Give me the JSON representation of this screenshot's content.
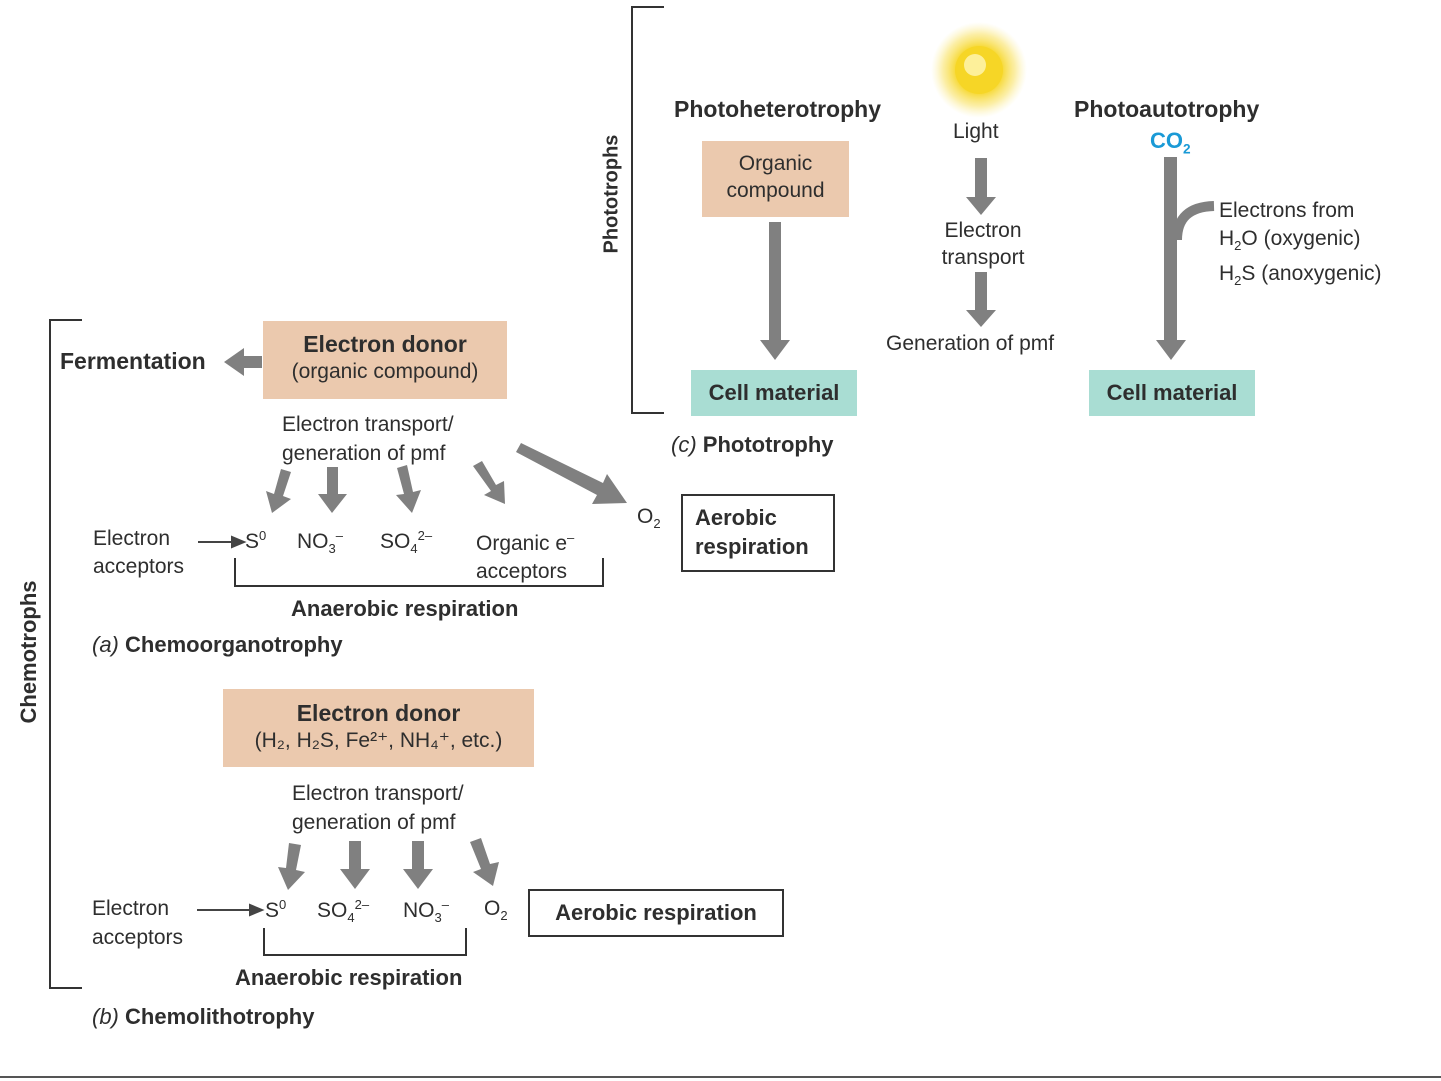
{
  "side_labels": {
    "phototrophs": "Phototrophs",
    "chemotrophs": "Chemotrophs"
  },
  "phototrophy": {
    "heterotrophy_title": "Photoheterotrophy",
    "organic_line1": "Organic",
    "organic_line2": "compound",
    "cell_material_left": "Cell material",
    "light": "Light",
    "et_line1": "Electron",
    "et_line2": "transport",
    "pmf": "Generation of pmf",
    "autotrophy_title": "Photoautotrophy",
    "co2_base": "CO",
    "co2_sub": "2",
    "electrons_line1": "Electrons from",
    "h2o_a": "H",
    "h2o_sub": "2",
    "h2o_b": "O (oxygenic)",
    "h2s_a": "H",
    "h2s_sub": "2",
    "h2s_b": "S (anoxygenic)",
    "cell_material_right": "Cell material",
    "caption_letter": "(c)",
    "caption_text": "Phototrophy"
  },
  "chemoorganotrophy": {
    "fermentation": "Fermentation",
    "donor_line1": "Electron donor",
    "donor_line2": "(organic compound)",
    "et_line1": "Electron transport/",
    "et_line2": "generation of pmf",
    "acceptors_line1": "Electron",
    "acceptors_line2": "acceptors",
    "s0_base": "S",
    "s0_sup": "0",
    "no3_base": "NO",
    "no3_sub": "3",
    "no3_sup": "–",
    "so4_base": "SO",
    "so4_sub": "4",
    "so4_sup": "2–",
    "organic_acc_line1": "Organic e",
    "organic_acc_sup": "–",
    "organic_acc_line2": "acceptors",
    "o2_base": "O",
    "o2_sub": "2",
    "aerobic_line1": "Aerobic",
    "aerobic_line2": "respiration",
    "anaerobic": "Anaerobic respiration",
    "caption_letter": "(a)",
    "caption_text": "Chemoorganotrophy"
  },
  "chemolithotrophy": {
    "donor_line1": "Electron donor",
    "donor_line2": "(H₂, H₂S, Fe²⁺, NH₄⁺, etc.)",
    "et_line1": "Electron transport/",
    "et_line2": "generation of pmf",
    "acceptors_line1": "Electron",
    "acceptors_line2": "acceptors",
    "s0_base": "S",
    "s0_sup": "0",
    "so4_base": "SO",
    "so4_sub": "4",
    "so4_sup": "2–",
    "no3_base": "NO",
    "no3_sub": "3",
    "no3_sup": "–",
    "o2_base": "O",
    "o2_sub": "2",
    "aerobic": "Aerobic respiration",
    "anaerobic": "Anaerobic respiration",
    "caption_letter": "(b)",
    "caption_text": "Chemolithotrophy"
  },
  "colors": {
    "donor_box": "#ebc9ae",
    "cell_box": "#a9ddd3",
    "arrow": "#808080",
    "co2_text": "#1a9ad6",
    "sun": "#f6d626"
  }
}
